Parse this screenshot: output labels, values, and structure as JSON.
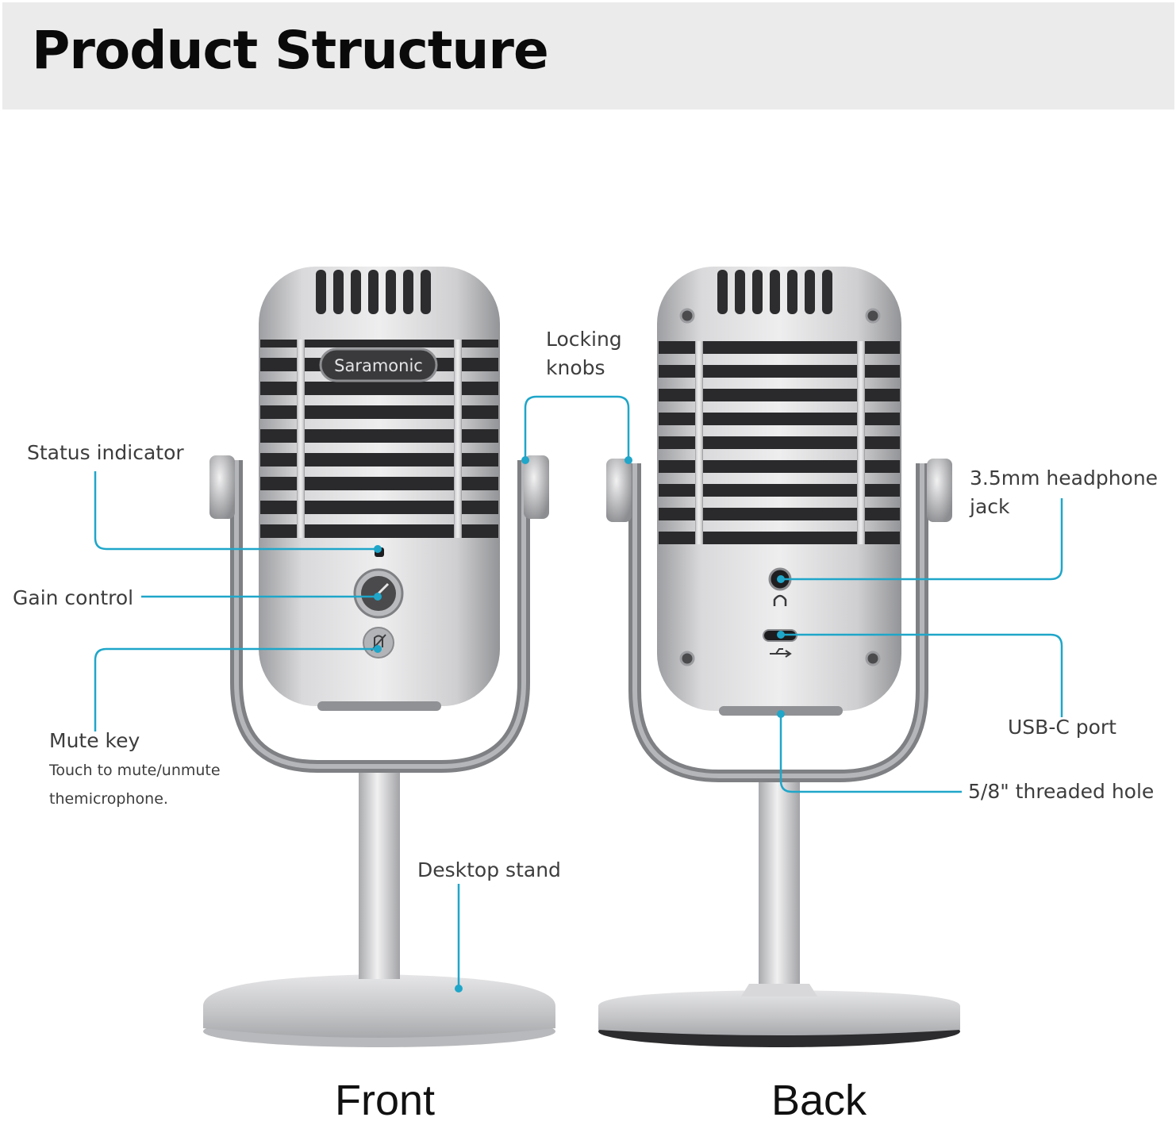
{
  "header": {
    "title": "Product Structure"
  },
  "brand": {
    "logo_text": "Saramonic"
  },
  "colors": {
    "callout_line": "#1fa6c9",
    "header_bg": "#ebebeb",
    "metal": "#c9c9cb",
    "grille_dark": "#2a2a2a"
  },
  "labels": {
    "status_indicator": "Status indicator",
    "gain_control": "Gain control",
    "mute_key": "Mute key",
    "mute_key_desc_line1": "Touch to mute/unmute",
    "mute_key_desc_line2": "themicrophone.",
    "locking_knobs_line1": "Locking",
    "locking_knobs_line2": "knobs",
    "headphone_jack_line1": "3.5mm headphone",
    "headphone_jack_line2": "jack",
    "usb_c_port": "USB-C port",
    "threaded_hole": "5/8\" threaded hole",
    "desktop_stand": "Desktop stand"
  },
  "captions": {
    "front": "Front",
    "back": "Back"
  }
}
